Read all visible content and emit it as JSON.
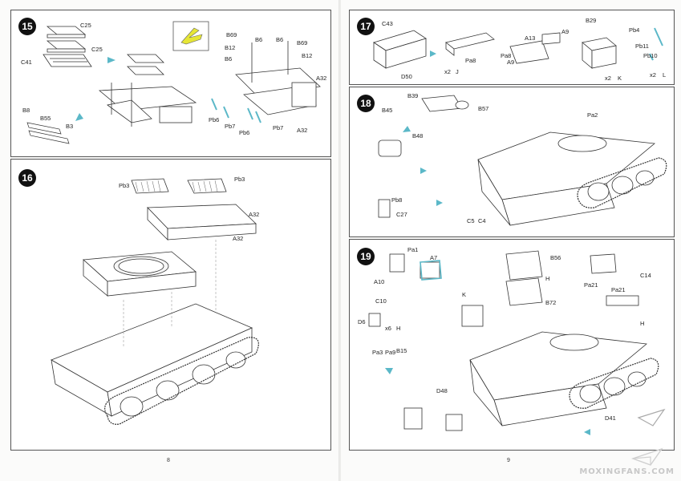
{
  "pages": {
    "left_number": "8",
    "right_number": "9"
  },
  "watermark": "MOXINGFANS.COM",
  "accent_color": "#5bb8c8",
  "highlight_color": "#e6e635",
  "steps": {
    "s15": {
      "number": "15",
      "labels": [
        "C25",
        "C25",
        "C41",
        "B69",
        "B6",
        "B12",
        "B6",
        "B69",
        "B6",
        "B12",
        "A32",
        "B8",
        "B55",
        "B3",
        "Pb6",
        "Pb7",
        "Pb6",
        "Pb7",
        "A32"
      ]
    },
    "s16": {
      "number": "16",
      "labels": [
        "Pb3",
        "Pb3",
        "A32",
        "A32"
      ]
    },
    "s17": {
      "number": "17",
      "labels": [
        "C43",
        "D50",
        "Pa8",
        "x2",
        "J",
        "Pa8",
        "A9",
        "A13",
        "A9",
        "B29",
        "x2",
        "K",
        "Pb4",
        "Pb11",
        "Pb10",
        "x2",
        "L"
      ]
    },
    "s18": {
      "number": "18",
      "labels": [
        "B39",
        "B45",
        "B57",
        "Pa2",
        "B48",
        "Pb8",
        "C27",
        "C5",
        "C4"
      ]
    },
    "s19": {
      "number": "19",
      "labels": [
        "Pa1",
        "A7",
        "A10",
        "B56",
        "H",
        "B72",
        "K",
        "C14",
        "Pa21",
        "Pa21",
        "C10",
        "D6",
        "x6",
        "H",
        "H",
        "Pa3",
        "Pa9",
        "B15",
        "D48",
        "D41"
      ]
    }
  }
}
